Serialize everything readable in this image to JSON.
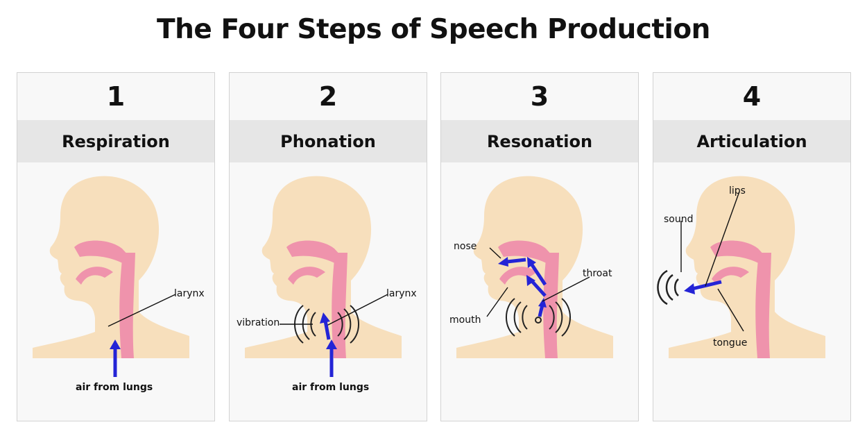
{
  "title": "The Four Steps of Speech Production",
  "steps": [
    {
      "number": "1",
      "name": "Respiration",
      "labels": {
        "larynx": "larynx",
        "air": "air from lungs"
      }
    },
    {
      "number": "2",
      "name": "Phonation",
      "labels": {
        "larynx": "larynx",
        "vibration": "vibration",
        "air": "air from lungs"
      }
    },
    {
      "number": "3",
      "name": "Resonation",
      "labels": {
        "nose": "nose",
        "mouth": "mouth",
        "throat": "throat"
      }
    },
    {
      "number": "4",
      "name": "Articulation",
      "labels": {
        "lips": "lips",
        "sound": "sound",
        "tongue": "tongue"
      }
    }
  ],
  "colors": {
    "skin": "#f7dfbc",
    "tract": "#ef93ac",
    "arrow": "#2424d6"
  }
}
